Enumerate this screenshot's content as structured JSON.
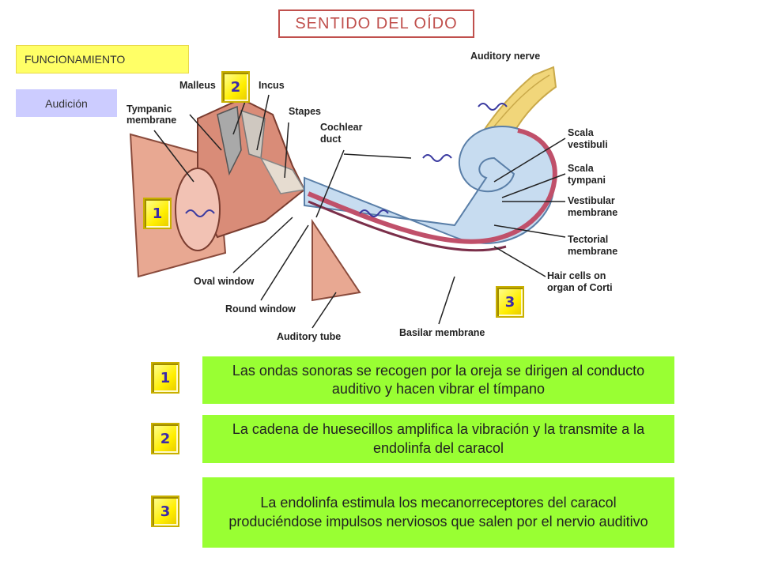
{
  "header": {
    "title": "SENTIDO DEL OÍDO",
    "section": "FUNCIONAMIENTO",
    "subsection": "Audición"
  },
  "diagram": {
    "labels": {
      "auditory_nerve": "Auditory nerve",
      "malleus": "Malleus",
      "incus": "Incus",
      "tympanic_1": "Tympanic",
      "tympanic_2": "membrane",
      "stapes": "Stapes",
      "cochlear_1": "Cochlear",
      "cochlear_2": "duct",
      "scala_vest_1": "Scala",
      "scala_vest_2": "vestibuli",
      "scala_tymp_1": "Scala",
      "scala_tymp_2": "tympani",
      "vestibular_1": "Vestibular",
      "vestibular_2": "membrane",
      "tectorial_1": "Tectorial",
      "tectorial_2": "membrane",
      "oval_window": "Oval window",
      "round_window": "Round window",
      "hair_cells_1": "Hair cells on",
      "hair_cells_2": "organ of Corti",
      "auditory_tube": "Auditory tube",
      "basilar": "Basilar membrane"
    },
    "markers": {
      "m1": "1",
      "m2": "2",
      "m3": "3"
    }
  },
  "steps": [
    {
      "number": "1",
      "text": "Las ondas sonoras se recogen por la oreja se dirigen al conducto auditivo y hacen vibrar el tímpano"
    },
    {
      "number": "2",
      "text": "La cadena de huesecillos amplifica la vibración y la transmite a la endolinfa del caracol"
    },
    {
      "number": "3",
      "text": "La endolinfa estimula los mecanorreceptores del caracol produciéndose impulsos nerviosos que salen por el nervio auditivo"
    }
  ],
  "colors": {
    "title_border": "#c0504d",
    "section_bg": "#ffff66",
    "subsection_bg": "#ccccff",
    "step_bg": "#99ff33",
    "badge_bg": "#ffee00",
    "badge_text": "#3d2aa8"
  }
}
